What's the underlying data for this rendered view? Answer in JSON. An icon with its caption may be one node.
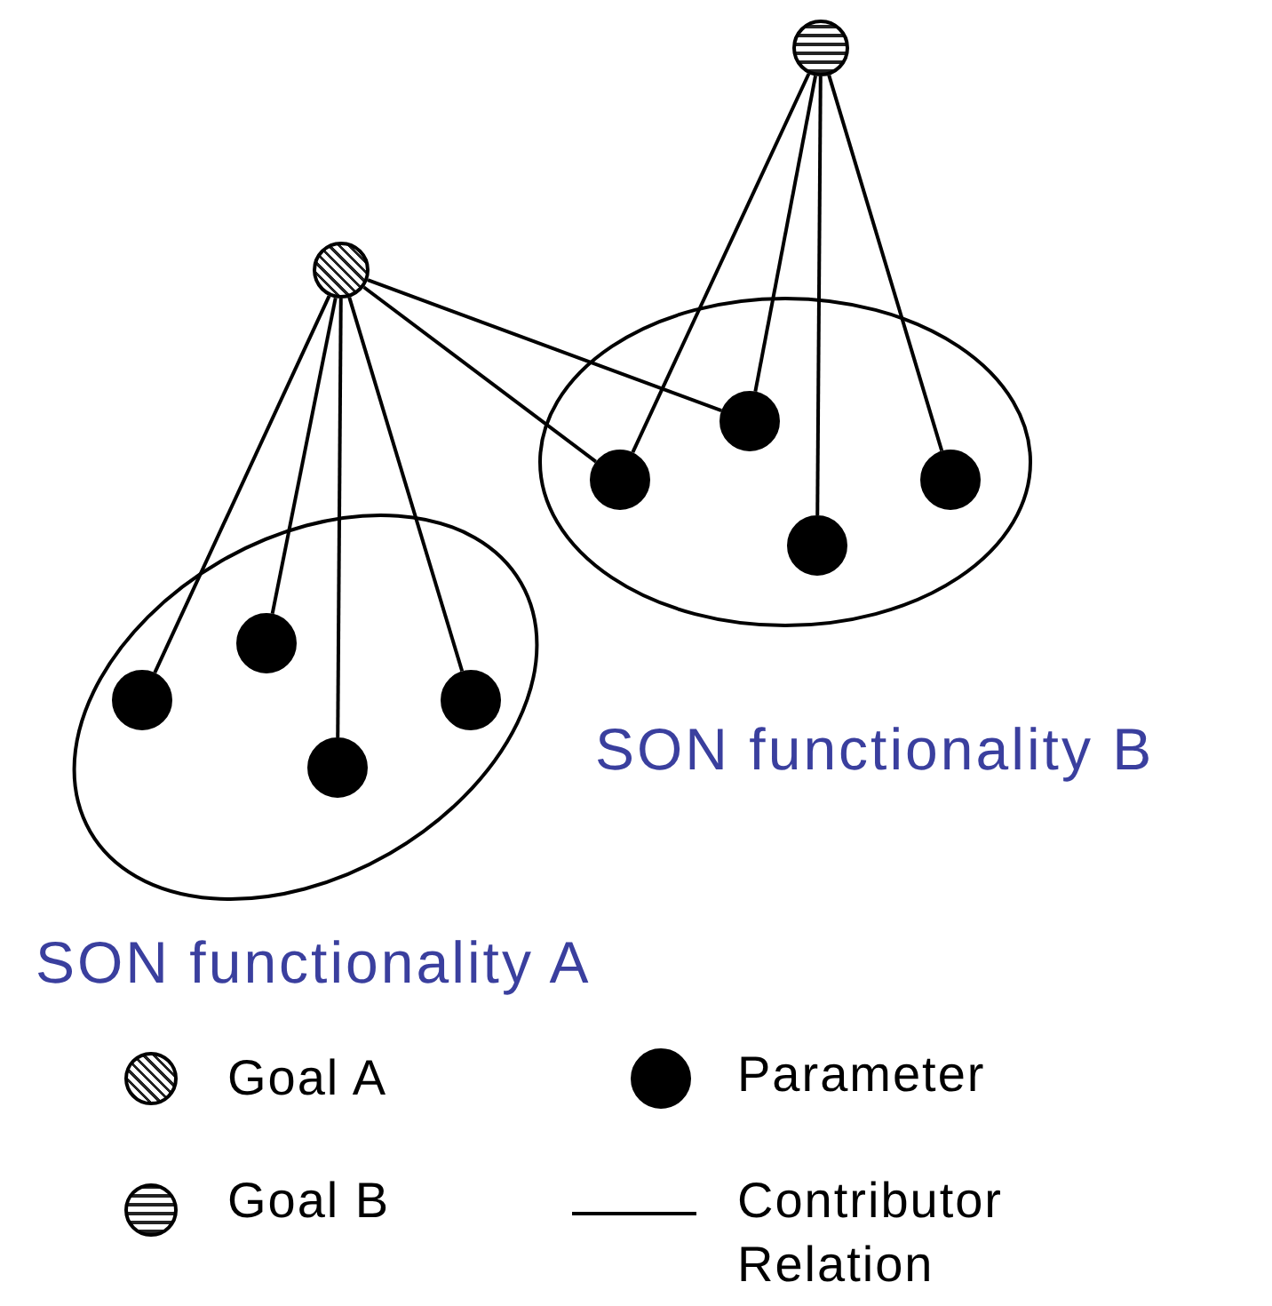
{
  "diagram": {
    "nodes": [
      {
        "text": [],
        "shape": "circle"
      },
      {
        "text": [],
        "shape": "circle"
      },
      {
        "text": [
          "SON functionality B"
        ]
      },
      {
        "text": [],
        "shape": "circle",
        "in": 2
      },
      {
        "text": [],
        "shape": "circle",
        "in": 2
      },
      {
        "text": [],
        "shape": "circle",
        "in": 2
      },
      {
        "text": [],
        "shape": "circle",
        "in": 2
      },
      {
        "text": [
          "SON functionality A"
        ]
      },
      {
        "text": [],
        "shape": "circle",
        "in": 7
      },
      {
        "text": [],
        "shape": "circle",
        "in": 7
      },
      {
        "text": [],
        "shape": "circle",
        "in": 7
      },
      {
        "text": [],
        "shape": "circle",
        "in": 7
      }
    ],
    "edges": [
      {
        "from": 0,
        "to": 4,
        "arrow": "none"
      },
      {
        "from": 0,
        "to": 3,
        "arrow": "none"
      },
      {
        "from": 0,
        "to": 6,
        "arrow": "none"
      },
      {
        "from": 0,
        "to": 5,
        "arrow": "none"
      },
      {
        "from": 1,
        "to": 9,
        "arrow": "none"
      },
      {
        "from": 1,
        "to": 8,
        "arrow": "none"
      },
      {
        "from": 1,
        "to": 11,
        "arrow": "none"
      },
      {
        "from": 1,
        "to": 10,
        "arrow": "none"
      },
      {
        "from": 1,
        "to": 4,
        "arrow": "none"
      },
      {
        "from": 1,
        "to": 3,
        "arrow": "none"
      }
    ],
    "legend": [
      {
        "text": "Goal A"
      },
      {
        "text": "Parameter"
      },
      {
        "text": "Goal B"
      },
      {
        "text": "Contributor Relation"
      }
    ]
  }
}
